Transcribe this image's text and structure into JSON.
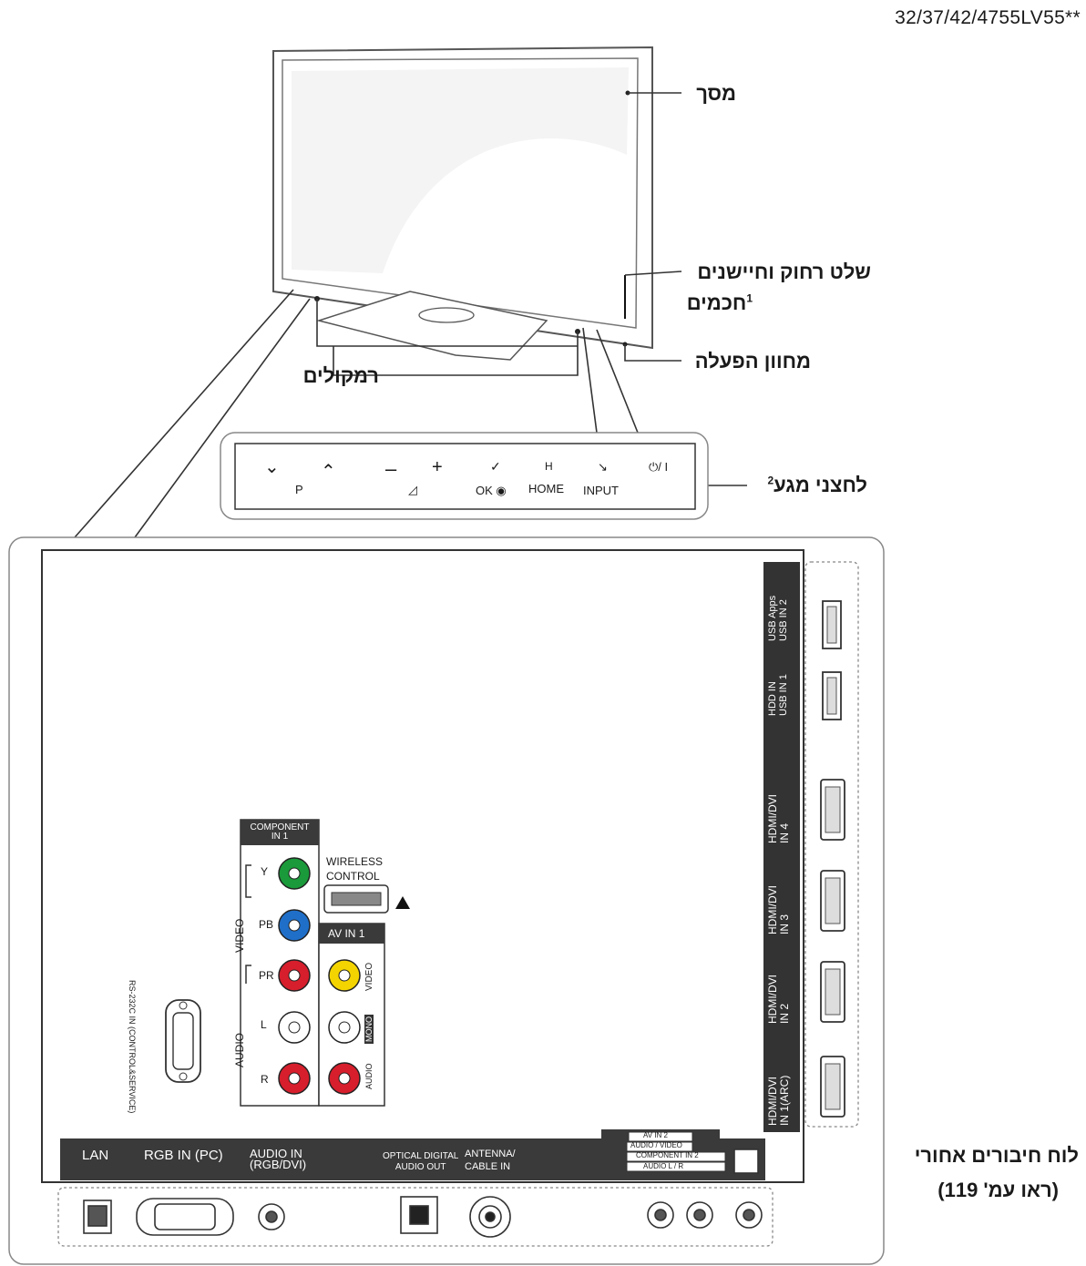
{
  "model": "32/37/42/4755LV55**",
  "callouts": {
    "screen": "מסך",
    "remote_sensor_line1": "שלט רחוק וחיישנים",
    "remote_sensor_line2": "חכמים",
    "remote_sensor_sup": "1",
    "power_indicator": "מחוון הפעלה",
    "speakers": "רמקולים",
    "touch_buttons": "לחצני מגע",
    "touch_buttons_sup": "2",
    "rear_panel_line1": "לוח חיבורים אחורי",
    "rear_panel_line2": "(ראו עמ' 119)"
  },
  "touch_panel": {
    "p_label": "P",
    "ok_label": "OK",
    "home_top": "H",
    "home_label": "HOME",
    "input_label": "INPUT",
    "power_label": "⏻/ I"
  },
  "side_ports": {
    "usb2_line1": "USB Apps",
    "usb2_line2": "USB IN 2",
    "usb1_line1": "HDD IN",
    "usb1_line2": "USB IN 1",
    "hdmi4_line1": "HDMI/DVI",
    "hdmi4_line2": "IN 4",
    "hdmi3_line1": "HDMI/DVI",
    "hdmi3_line2": "IN 3",
    "hdmi2_line1": "HDMI/DVI",
    "hdmi2_line2": "IN 2",
    "hdmi1_line1": "HDMI/DVI",
    "hdmi1_line2": "IN 1(ARC)"
  },
  "component": {
    "title_line1": "COMPONENT",
    "title_line2": "IN 1",
    "y": "Y",
    "pb": "PB",
    "pr": "PR",
    "video": "VIDEO",
    "l": "L",
    "r": "R",
    "audio": "AUDIO"
  },
  "wireless": {
    "line1": "WIRELESS",
    "line2": "CONTROL"
  },
  "av_in1": {
    "title": "AV IN 1",
    "video": "VIDEO",
    "mono": "MONO",
    "audio": "AUDIO"
  },
  "rs232": "RS-232C IN (CONTROL&SERVICE)",
  "bottom_ports": {
    "lan": "LAN",
    "rgb": "RGB IN (PC)",
    "audio_in_line1": "AUDIO IN",
    "audio_in_line2": "(RGB/DVI)",
    "optical_line1": "OPTICAL DIGITAL",
    "optical_line2": "AUDIO OUT",
    "antenna_line1": "ANTENNA/",
    "antenna_line2": "CABLE IN",
    "av_in2": "AV IN 2",
    "audio_video": "AUDIO / VIDEO",
    "component_in2": "COMPONENT IN 2",
    "audio_lr": "AUDIO L / R"
  },
  "colors": {
    "green": "#1a9a3a",
    "blue": "#1f6fc9",
    "red": "#d61e2c",
    "yellow": "#f3d400",
    "dark_bar": "#3a3a3a"
  }
}
